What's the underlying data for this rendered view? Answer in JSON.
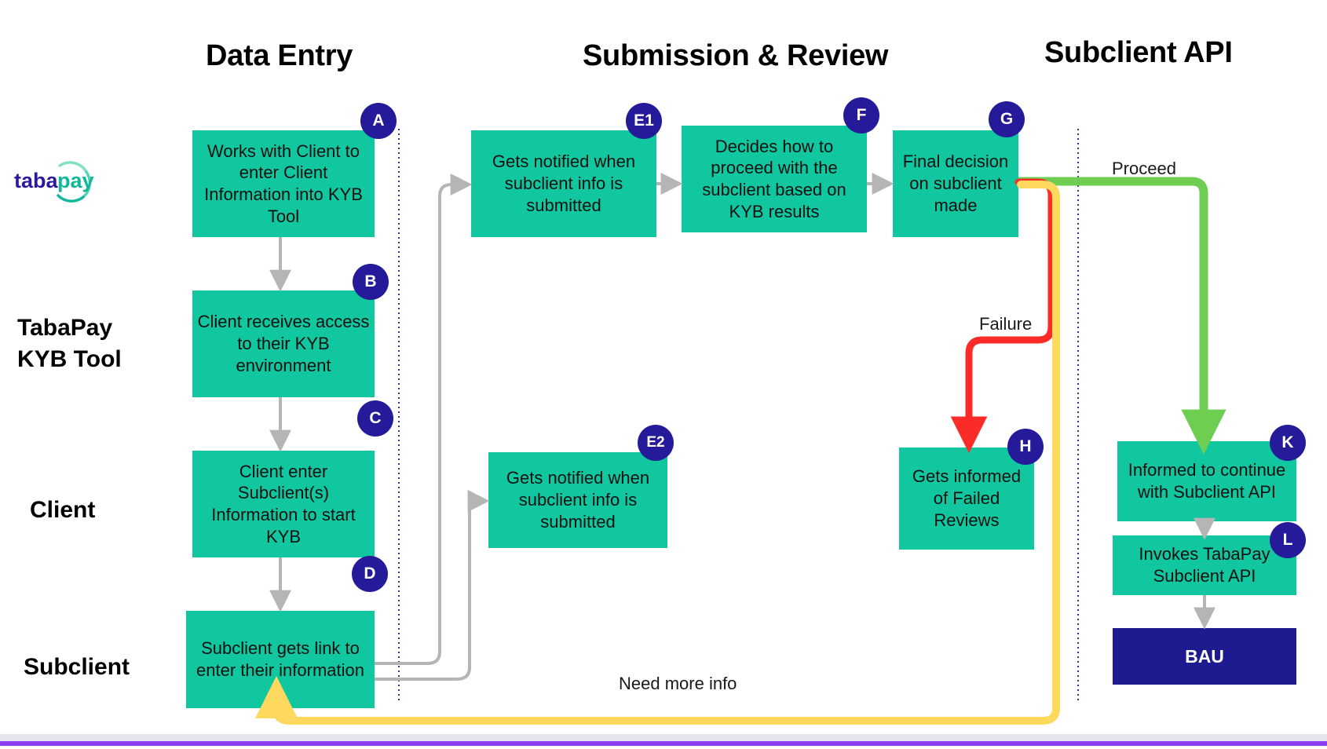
{
  "diagram": {
    "title_columns": [
      {
        "id": "data-entry",
        "label": "Data Entry"
      },
      {
        "id": "submission-review",
        "label": "Submission & Review"
      },
      {
        "id": "subclient-api",
        "label": "Subclient API"
      }
    ],
    "lanes": [
      {
        "id": "tabapay-kyb-tool",
        "label": "TabaPay\nKYB Tool"
      },
      {
        "id": "client",
        "label": "Client"
      },
      {
        "id": "subclient",
        "label": "Subclient"
      }
    ],
    "logo": {
      "text_left": "taba",
      "text_right": "pay",
      "color_left": "#2b1a9e",
      "color_right": "#11b79a"
    },
    "nodes": [
      {
        "id": "A",
        "badge": "A",
        "text": "Works with Client to enter Client Information into KYB Tool"
      },
      {
        "id": "B",
        "badge": "B",
        "text": "Client receives access to their KYB environment"
      },
      {
        "id": "C",
        "badge": "C",
        "text": "Client enter Subclient(s) Information to start KYB"
      },
      {
        "id": "D",
        "badge": "D",
        "text": "Subclient gets link to enter their information"
      },
      {
        "id": "E1",
        "badge": "E1",
        "text": "Gets notified when subclient info is submitted"
      },
      {
        "id": "F",
        "badge": "F",
        "text": "Decides how to proceed with the subclient based on KYB results"
      },
      {
        "id": "G",
        "badge": "G",
        "text": "Final decision on subclient made"
      },
      {
        "id": "E2",
        "badge": "E2",
        "text": "Gets notified when subclient info is submitted"
      },
      {
        "id": "H",
        "badge": "H",
        "text": "Gets informed of Failed Reviews"
      },
      {
        "id": "K",
        "badge": "K",
        "text": "Informed to continue with Subclient API"
      },
      {
        "id": "L",
        "badge": "L",
        "text": "Invokes TabaPay Subclient API"
      },
      {
        "id": "BAU",
        "badge": "",
        "text": "BAU"
      }
    ],
    "edge_labels": [
      {
        "id": "proceed",
        "label": "Proceed",
        "color": "#6ece52"
      },
      {
        "id": "failure",
        "label": "Failure",
        "color": "#fb2c28"
      },
      {
        "id": "need-more-info",
        "label": "Need more info",
        "color": "#ffd95e"
      }
    ],
    "colors": {
      "node_fill": "#11c7a0",
      "terminal_fill": "#1d1b8f",
      "badge_fill": "#241a9a",
      "arrow_grey": "#b5b5b5",
      "green": "#6ece52",
      "red": "#fb2c28",
      "yellow": "#ffd95e",
      "divider": "#3b2fa0",
      "rule_purple": "#8b3ff0"
    }
  }
}
